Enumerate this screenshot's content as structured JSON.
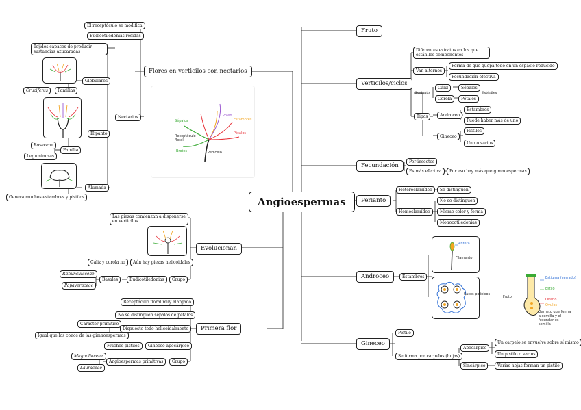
{
  "root": {
    "label": "Angioespermas"
  },
  "right": {
    "fruto": "Fruto",
    "verticilos": {
      "label": "Verticilos/ciclos",
      "estratos": "Diferentes estratos en los que están los componentes",
      "van_alternos": "Van alternos",
      "forma": "Forma de que quepa todo en un espacio reducido",
      "fecundacion_efectiva": "Fecundación efectiva",
      "tipos": "Tipos",
      "periantio": "Perianto",
      "caliz": "Cáliz",
      "sepalos": "Sépalos",
      "esteriles": "Estériles",
      "corola": "Corola",
      "petalos": "Pétalos",
      "androceo": "Androceo",
      "estambres": "Estambres",
      "puede_haber": "Puede haber más de uno",
      "gineceo": "Gineceo",
      "pistilos": "Pistilos",
      "uno_varios": "Uno o varios"
    },
    "fecundacion": {
      "label": "Fecundación",
      "por_insectos": "Por insectos",
      "mas_efectiva": "Es más efectiva",
      "por_eso": "Por eso hay más que gimnoespermas"
    },
    "perianto": {
      "label": "Perianto",
      "hetero": "Heteroclamídeo",
      "se_distinguen": "Se distinguen",
      "homo": "Homoclamídeo",
      "no_distinguen": "No se distinguen",
      "mismo_color": "Mismo color y forma",
      "monocot": "Monocotiledonias"
    },
    "androceo": {
      "label": "Androceo",
      "estambres": "Estambres",
      "img1_antera": "Antera",
      "img1_filamento": "Filamento",
      "img2_sacos": "Sacos polínicos"
    },
    "gineceo": {
      "label": "Gineceo",
      "pistilo": "Pistilo",
      "carpelos": "Se forma por carpelos (hojas)",
      "apocarpico": "Apocárpico",
      "carpelo_envuelve": "Un carpelo se envuelve sobre sí mismo",
      "un_pistilo": "Un pistilo o varios",
      "sincarpico": "Sincárpico",
      "varias_hojas": "Varias hojas forman un pistilo",
      "sketch_fruto": "Fruto",
      "sketch_estigma": "Estigma (cerrado)",
      "sketch_estilo": "Estilo",
      "sketch_ovario": "Ovario",
      "sketch_ovulos": "Óvulos",
      "sketch_note": "Gameto que forma a semilla y el fecundar es semilla"
    }
  },
  "left": {
    "flores": {
      "label": "Flores en verticilos con nectarios",
      "receptaculo": "El receptáculo se modifica",
      "eudicot": "Eudicotiledonias rósidas",
      "nectarios": "Nectarios",
      "tejidos": "Tejidos capaces de producir sustancias azucaradas",
      "globulares": "Globulares",
      "familias": "Familias",
      "cruciferas": "Cruciferas",
      "hipanto": "Hipanto",
      "familia": "Familia",
      "rosaceae": "Rosaceae",
      "leguminosas": "Leguminosas",
      "alumada": "Alumada",
      "genera": "Genera muchos estambres y pistilos",
      "diagram": {
        "sepalos": "Sépalos",
        "polen": "Polen",
        "estambres": "Estambres",
        "petalos": "Pétalos",
        "receptaculo": "Receptáculo floral",
        "pedicelo": "Pedicelo",
        "brotes": "Brotes"
      }
    },
    "evolucionan": {
      "label": "Evolucionan",
      "piezas": "Las piezas comienzan a disponerse en verticilos",
      "no_helicoidales": "Aún hay piezas helicoidales",
      "caliz_corola": "Cáliz y corola no",
      "grupo": "Grupo",
      "eudicot": "Eudicotiledonias",
      "basales": "Basales",
      "ranunculaceae": "Ranunculaceae",
      "papaveraceae": "Papaveraceae"
    },
    "primera_flor": {
      "label": "Primera flor",
      "receptaculo": "Receptáculo floral muy alargado",
      "no_distinguen": "No se distinguen sépalos de pétalos",
      "dispuesto": "Dispuesto todo helicoidalmente",
      "caracter": "Caracter primitivo",
      "igual_conos": "Igual que los conos de las gimnoespermas",
      "muchos_pistilos": "Muchos pistilos",
      "gineceo_apo": "Gineceo apocárpico",
      "grupo": "Grupo",
      "angio_primitivas": "Angioespermas primitivas",
      "magnoliaceae": "Magnoliaceae",
      "lauraceae": "Lauraceae"
    }
  },
  "colors": {
    "line": "#3a3a3a",
    "border": "#222222",
    "sepal_green": "#3aaa35",
    "petal_red": "#e8333a",
    "stamen_orange": "#f2a623",
    "stigma_purple": "#9b59d0",
    "blue": "#2f6fd6"
  }
}
